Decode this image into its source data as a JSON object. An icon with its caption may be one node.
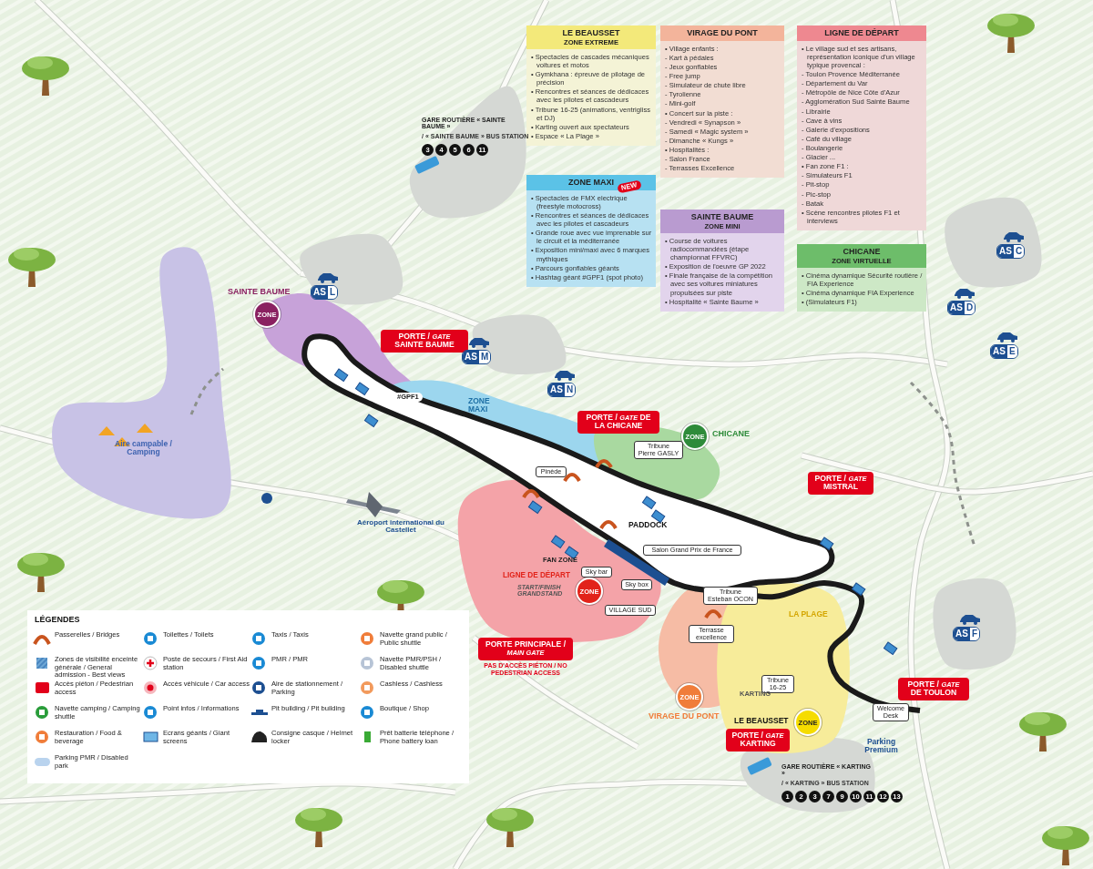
{
  "diagram": {
    "nodes": [
      {
        "text": [
          "LE BEAUSSET",
          "ZONE EXTREME",
          "• Spectacles de cascades mécaniques voitures et motos",
          "• Gymkhana : épreuve de pilotage de précision",
          "• Rencontres et séances de dédicaces avec les pilotes et cascadeurs",
          "• Tribune 16-25 (animations, ventrigliss et DJ)",
          "• Karting ouvert aux spectateurs",
          "• Espace « La Plage »"
        ]
      },
      {
        "text": [
          "ZONE MAXI",
          "• Spectacles de FMX electrique (freestyle motocross)",
          "• Rencontres et séances de dédicaces avec les pilotes et cascadeurs",
          "• Grande roue avec vue imprenable sur le circuit et la méditerranée",
          "• Exposition mini/maxi avec 6 marques mythiques",
          "• Parcours gonflables géants",
          "• Hashtag géant #GPF1 (spot photo)"
        ]
      },
      {
        "text": [
          "VIRAGE DU PONT",
          "• Village enfants :",
          "- Kart à pédales",
          "- Jeux gonflables",
          "- Free jump",
          "- Simulateur de chute libre",
          "- Tyrolienne",
          "- Mini-golf",
          "• Concert sur la piste :",
          "- Vendredi « Synapson »",
          "- Samedi « Magic system »",
          "- Dimanche « Kungs »",
          "• Hospitalités :",
          "- Salon France",
          "- Terrasses Excellence"
        ]
      },
      {
        "text": [
          "SAINTE BAUME",
          "ZONE MINI",
          "• Course de voitures radiocommandées (étape championnat FFVRC)",
          "• Exposition de l'oeuvre GP 2022",
          "• Finale française de la compétition avec ses voitures miniatures propulsées sur piste",
          "• Hospitalité « Sainte Baume »"
        ]
      },
      {
        "text": [
          "LIGNE DE DÉPART",
          "• Le village sud et ses artisans, représentation iconique d'un village typique provencal :",
          "- Toulon Provence Méditerranée",
          "- Département du Var",
          "- Métropôle de Nice Côte d'Azur",
          "- Agglomération Sud Sainte Baume",
          "- Librairie",
          "- Cave à vins",
          "- Galerie d'expositions",
          "- Café du village",
          "- Boulangerie",
          "- Glacier ...",
          "• Fan zone F1 :",
          "- Simulateurs F1",
          "- Pit-stop",
          "- Pic-stop",
          "- Batak",
          "• Scène rencontres pilotes F1 et interviews"
        ]
      },
      {
        "text": [
          "CHICANE",
          "ZONE VIRTUELLE",
          "• Cinéma dynamique Sécurité routière / FIA Experience",
          "• Cinéma dynamique FIA Experience",
          "• (Simulateurs F1)"
        ]
      },
      {
        "text": [
          "PORTE / *GATE* SAINTE BAUME"
        ]
      },
      {
        "text": [
          "PORTE / *GATE* DE LA CHICANE"
        ]
      },
      {
        "text": [
          "PORTE / *GATE* MISTRAL"
        ]
      },
      {
        "text": [
          "PORTE / *GATE* DE TOULON"
        ]
      },
      {
        "text": [
          "PORTE / *GATE* KARTING"
        ]
      },
      {
        "text": [
          "PORTE PRINCIPALE / *MAIN GATE*"
        ],
        "beside": [
          "PAS D'ACCÈS PIÉTON / NO PEDESTRIAN ACCESS"
        ]
      },
      {
        "text": [
          "AS",
          "L"
        ]
      },
      {
        "text": [
          "AS",
          "M"
        ]
      },
      {
        "text": [
          "AS",
          "N"
        ]
      },
      {
        "text": [
          "AS",
          "C"
        ]
      },
      {
        "text": [
          "AS",
          "D"
        ]
      },
      {
        "text": [
          "AS",
          "E"
        ]
      },
      {
        "text": [
          "AS",
          "F"
        ]
      },
      {
        "text": [
          "ZONE"
        ]
      },
      {
        "text": [
          "ZONE"
        ]
      },
      {
        "text": [
          "ZONE"
        ]
      },
      {
        "text": [
          "ZONE"
        ]
      },
      {
        "text": [
          "ZONE"
        ]
      },
      {
        "text": [
          "Tribune",
          "Pierre GASLY"
        ]
      },
      {
        "text": [
          "Pinède"
        ]
      },
      {
        "text": [
          "Salon Grand Prix de France"
        ]
      },
      {
        "text": [
          "Sky bar"
        ]
      },
      {
        "text": [
          "Sky box"
        ]
      },
      {
        "text": [
          "VILLAGE SUD"
        ]
      },
      {
        "text": [
          "Tribune",
          "Esteban OCON"
        ]
      },
      {
        "text": [
          "Terrasse excellence"
        ]
      },
      {
        "text": [
          "Tribune 16-25"
        ]
      },
      {
        "text": [
          "Welcome Desk"
        ]
      }
    ],
    "labels": [
      "SAINTE BAUME",
      "#GPF1",
      "ZONE MAXI",
      "CHICANE",
      "Aire campable / Camping",
      "Aéroport international du Castellet",
      "PADDOCK",
      "FAN ZONE",
      "LIGNE DE DÉPART",
      "START/FINISH GRANDSTAND",
      "LA PLAGE",
      "KARTING",
      "VIRAGE DU PONT",
      "LE BEAUSSET",
      "Parking Premium",
      "GARE ROUTIÈRE « SAINTE BAUME »",
      "/ « SAINTE BAUME » BUS STATION",
      "3",
      "4",
      "5",
      "6",
      "11",
      "GARE ROUTIÈRE « KARTING »",
      "/ « KARTING » BUS STATION",
      "1",
      "2",
      "3",
      "7",
      "9",
      "10",
      "11",
      "12",
      "13",
      "NEW",
      "LÉGENDES"
    ],
    "legend": [
      {
        "text": "Passerelles / Bridges"
      },
      {
        "text": "Toilettes / Toilets"
      },
      {
        "text": "Taxis / Taxis"
      },
      {
        "text": "Navette grand public / Public shuttle"
      },
      {
        "text": "Zones de visibilité enceinte générale / General admission - Best views"
      },
      {
        "text": "Poste de secours / First Aid station"
      },
      {
        "text": "PMR / PMR"
      },
      {
        "text": "Navette PMR/PSH / Disabled shuttle"
      },
      {
        "text": "Accès piéton / Pedestrian access"
      },
      {
        "text": "Accès véhicule / Car access"
      },
      {
        "text": "Aire de stationnement / Parking"
      },
      {
        "text": "Cashless / Cashless"
      },
      {
        "text": "Navette camping / Camping shuttle"
      },
      {
        "text": "Point infos / Informations"
      },
      {
        "text": "Pit building / Pit building"
      },
      {
        "text": "Boutique / Shop"
      },
      {
        "text": "Restauration / Food & beverage"
      },
      {
        "text": "Ecrans géants / Giant screens"
      },
      {
        "text": "Consigne casque / Helmet locker"
      },
      {
        "text": "Prêt batterie téléphone / Phone battery loan"
      },
      {
        "text": "Parking PMR / Disabled park"
      }
    ]
  }
}
